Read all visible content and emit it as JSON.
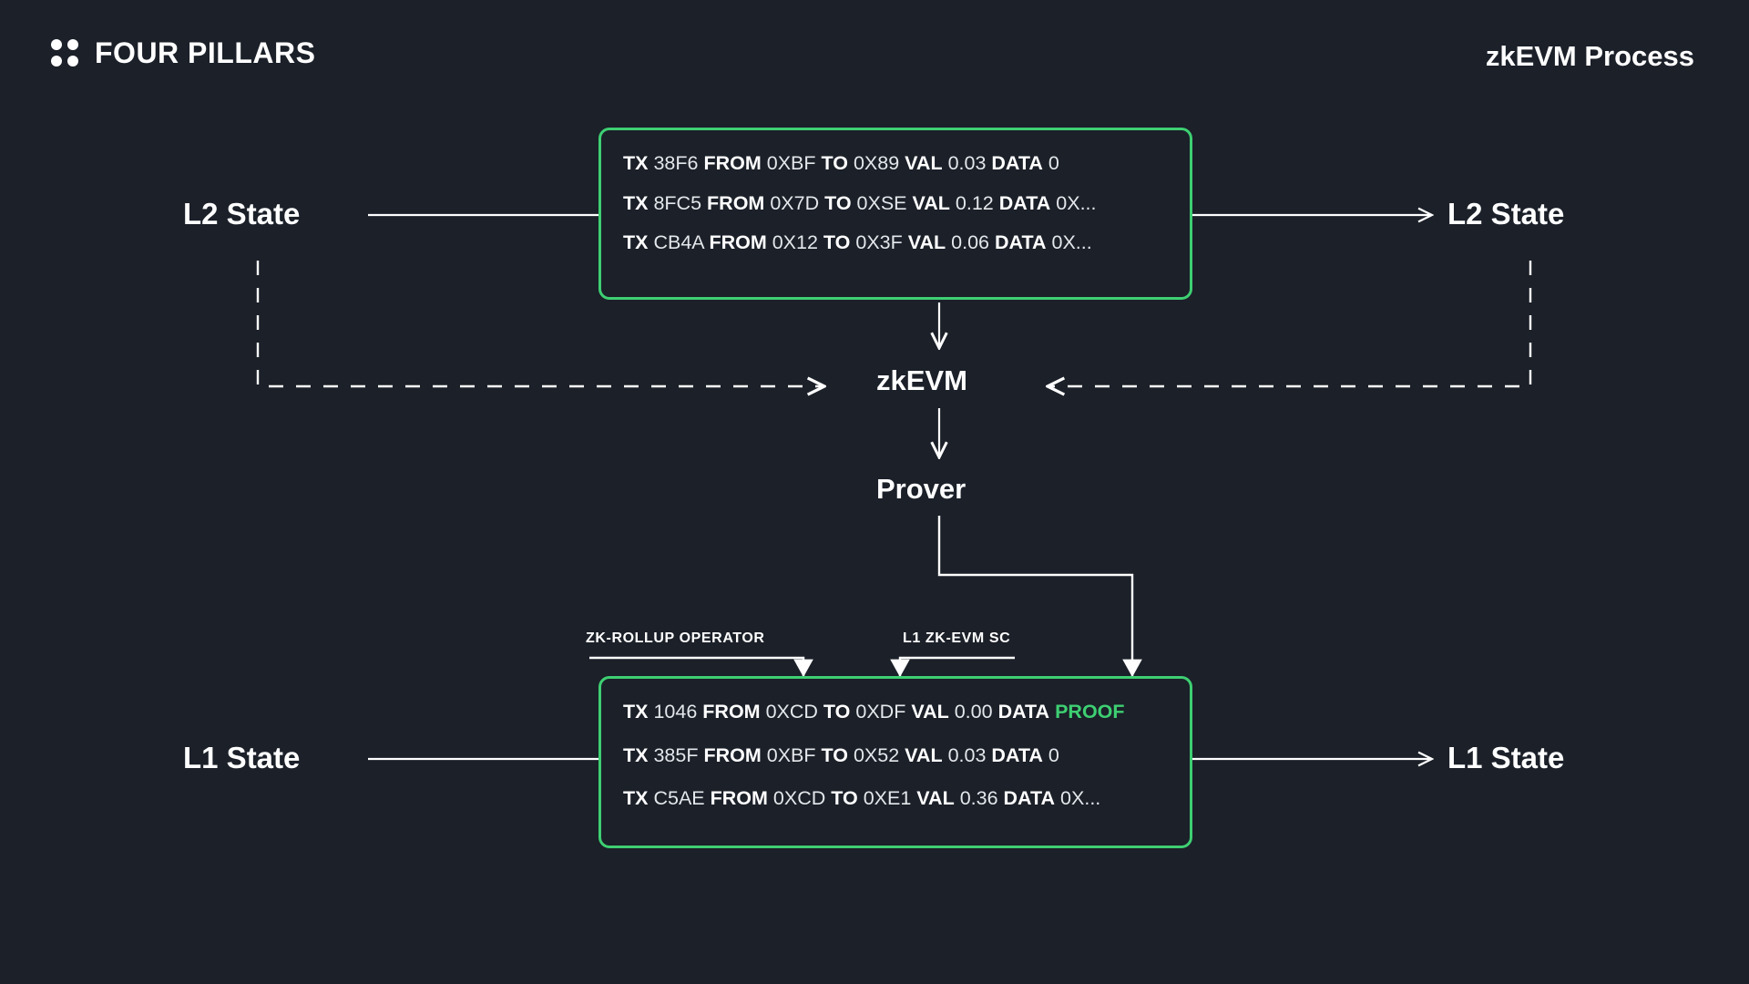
{
  "brand": {
    "logo_icon": "four-dots-icon",
    "name": "FOUR PILLARS"
  },
  "header": {
    "title": "zkEVM Process"
  },
  "colors": {
    "background": "#1b2029",
    "accent_green": "#3ecf72",
    "text": "#ffffff",
    "wire": "#ffffff"
  },
  "nodes": {
    "zkevm": "zkEVM",
    "prover": "Prover"
  },
  "states": {
    "l2_left": "L2 State",
    "l2_right": "L2 State",
    "l1_left": "L1 State",
    "l1_right": "L1 State"
  },
  "brackets": {
    "operator": "ZK-ROLLUP OPERATOR",
    "l1_sc": "L1 ZK-EVM SC"
  },
  "keys": {
    "tx": "TX",
    "from": "FROM",
    "to": "TO",
    "val": "VAL",
    "data": "DATA"
  },
  "l2_transactions": [
    {
      "tx": "38F6",
      "from": "0XBF",
      "to": "0X89",
      "val": "0.03",
      "data": "0"
    },
    {
      "tx": "8FC5",
      "from": "0X7D",
      "to": "0XSE",
      "val": "0.12",
      "data": "0X..."
    },
    {
      "tx": "CB4A",
      "from": "0X12",
      "to": "0X3F",
      "val": "0.06",
      "data": "0X..."
    }
  ],
  "l1_transactions": [
    {
      "tx": "1046",
      "from": "0XCD",
      "to": "0XDF",
      "val": "0.00",
      "data": "PROOF",
      "data_highlight": true
    },
    {
      "tx": "385F",
      "from": "0XBF",
      "to": "0X52",
      "val": "0.03",
      "data": "0",
      "data_highlight": false
    },
    {
      "tx": "C5AE",
      "from": "0XCD",
      "to": "0XE1",
      "val": "0.36",
      "data": "0X...",
      "data_highlight": false
    }
  ]
}
